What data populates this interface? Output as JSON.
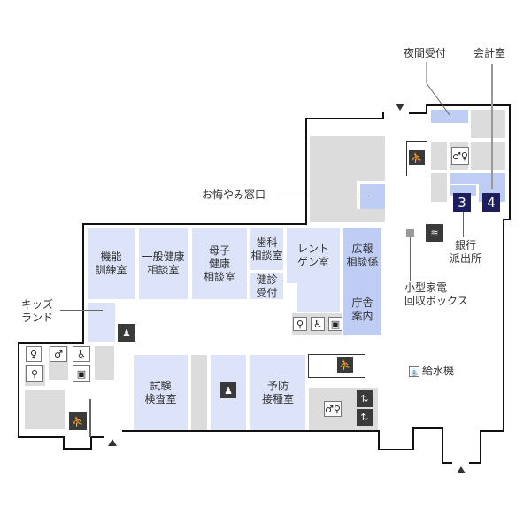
{
  "map": {
    "rooms": {
      "kino": "機能\n訓練室",
      "ippan": "一般健康\n相談室",
      "boshi": "母子\n健康\n相談室",
      "shika": "歯科\n相談室",
      "kenshin": "健診\n受付",
      "rentogen": "レント\nゲン室",
      "koho": "広報\n相談係",
      "chosha": "庁舎\n案内",
      "shiken": "試験\n検査室",
      "yobo": "予防\n接種室"
    },
    "callouts": {
      "yakan": "夜間受付",
      "kaikei": "会計室",
      "okuyami": "お悔やみ窓口",
      "ginko": "銀行\n派出所",
      "kogata": "小型家電\n回収ボックス",
      "kids": "キッズ\nランド",
      "kyusui": "給水機"
    },
    "numbers": {
      "three": "3",
      "four": "4"
    },
    "icons": {
      "escalator": "escalator",
      "restroom": "restroom",
      "wifi": "wifi",
      "nursing": "nursing-room",
      "accessible": "wheelchair",
      "baby": "baby-changing",
      "ostomate": "ostomate",
      "elevator": "elevator",
      "water": "water-fountain",
      "female": "female",
      "male": "male"
    },
    "glyphs": {
      "esc": "⛹",
      "wc": "♂♀",
      "wifi": "≋",
      "nursing": "♟",
      "wheel": "♿",
      "baby": "⚲",
      "ost": "▣",
      "elev": "⇅",
      "water": "⛲",
      "female": "♀",
      "male": "♂"
    },
    "colors": {
      "room": "#dde4fa",
      "room_dark": "#bfcdf5",
      "gray": "#dcdcdc",
      "number_bg": "#1e1e5e"
    }
  }
}
